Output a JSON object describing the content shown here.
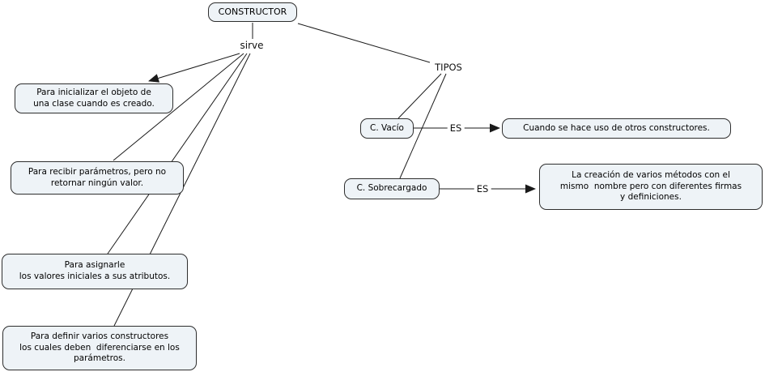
{
  "diagram": {
    "root": {
      "label": "CONSTRUCTOR"
    },
    "branches": {
      "sirve": {
        "link_label": "sirve",
        "items": [
          {
            "label": "Para inicializar el objeto de\nuna clase cuando es creado."
          },
          {
            "label": "Para recibir parámetros, pero no\nretornar ningún valor."
          },
          {
            "label": "Para asignarle\nlos valores iniciales a sus atributos."
          },
          {
            "label": "Para definir varios constructores\nlos cuales deben  diferenciarse en los\nparámetros."
          }
        ]
      },
      "tipos": {
        "link_label": "TIPOS",
        "types": [
          {
            "name": "C. Vacío",
            "relation": "ES",
            "definition": "Cuando se hace uso de otros constructores."
          },
          {
            "name": "C. Sobrecargado",
            "relation": "ES",
            "definition": "La creación de varios métodos con el\nmismo  nombre pero con diferentes firmas\ny definiciones."
          }
        ]
      }
    },
    "colors": {
      "background": "#ffffff",
      "node_fill": "#eef3f7",
      "node_border": "#2e2e2e",
      "line": "#1a1a1a",
      "text": "#000000"
    }
  }
}
